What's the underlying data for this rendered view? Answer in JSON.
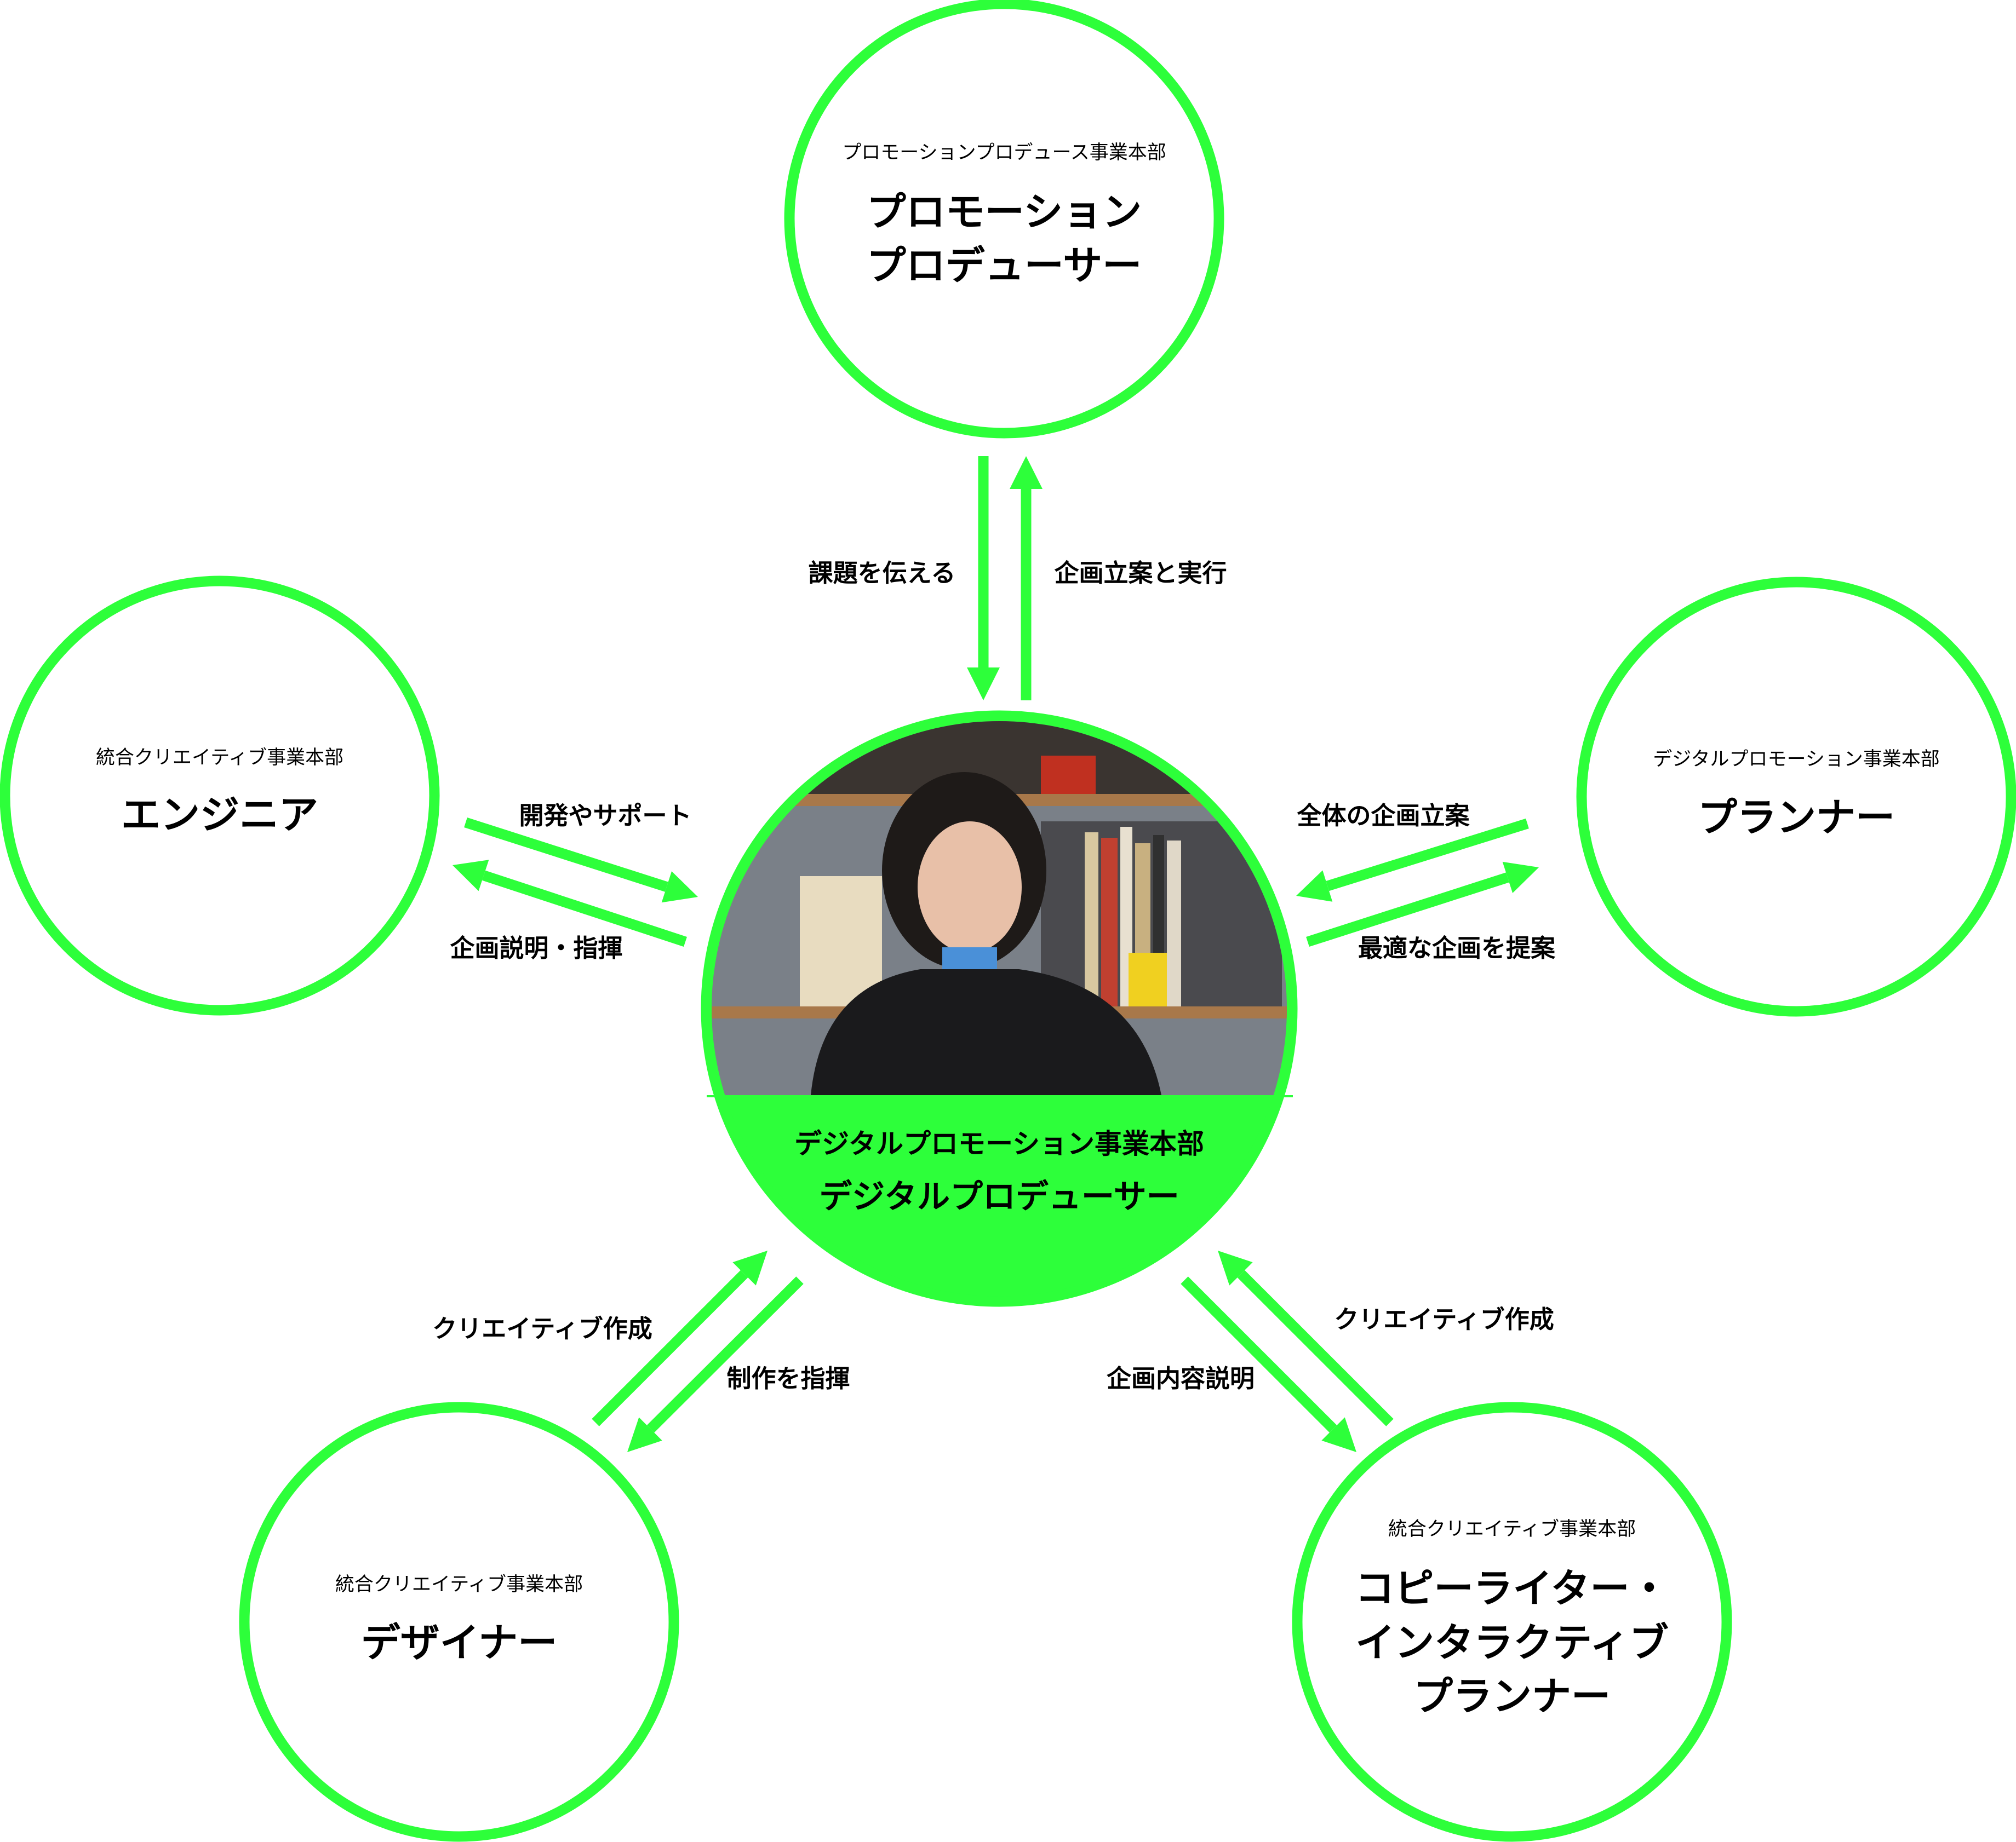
{
  "colors": {
    "accent": "#2dff3a",
    "text": "#000000"
  },
  "center": {
    "department": "デジタルプロモーション事業本部",
    "role": "デジタルプロデューサー",
    "photo": "portrait-photo"
  },
  "nodes": {
    "top": {
      "department": "プロモーションプロデュース事業本部",
      "role_lines": [
        "プロモーション",
        "プロデューサー"
      ]
    },
    "left": {
      "department": "統合クリエイティブ事業本部",
      "role_lines": [
        "エンジニア"
      ]
    },
    "right": {
      "department": "デジタルプロモーション事業本部",
      "role_lines": [
        "プランナー"
      ]
    },
    "bottom_left": {
      "department": "統合クリエイティブ事業本部",
      "role_lines": [
        "デザイナー"
      ]
    },
    "bottom_right": {
      "department": "統合クリエイティブ事業本部",
      "role_lines": [
        "コピーライター・",
        "インタラクティブ",
        "プランナー"
      ]
    }
  },
  "flows": {
    "top_in": "課題を伝える",
    "top_out": "企画立案と実行",
    "left_in": "開発やサポート",
    "left_out": "企画説明・指揮",
    "right_in": "全体の企画立案",
    "right_out": "最適な企画を提案",
    "bl_in": "クリエイティブ作成",
    "bl_out": "制作を指揮",
    "br_in": "クリエイティブ作成",
    "br_out": "企画内容説明"
  }
}
